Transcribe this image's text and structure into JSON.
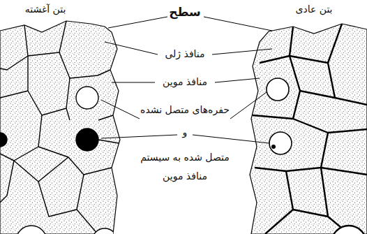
{
  "diagram": {
    "labels": [
      "بتن آغشته",
      "سطح",
      "بتن عادی",
      "منافذ ژلی",
      "منافذ موین",
      "حفره‌های متصل نشده",
      "و",
      "متصل شده به سیستم منافذ موین"
    ]
  }
}
